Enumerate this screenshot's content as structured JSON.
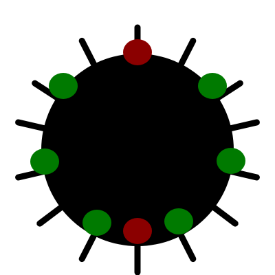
{
  "figure": {
    "background": "#ffffff",
    "body_color": "#000000",
    "spike_color": "#000000",
    "dot_colors": {
      "red": "#8b0000",
      "green": "#007a00"
    },
    "spike_count": 14,
    "dots": [
      {
        "position": "top",
        "color": "red"
      },
      {
        "position": "upper-right",
        "color": "green"
      },
      {
        "position": "right",
        "color": "green"
      },
      {
        "position": "lower-right",
        "color": "green"
      },
      {
        "position": "bottom",
        "color": "red"
      },
      {
        "position": "lower-left",
        "color": "green"
      },
      {
        "position": "left",
        "color": "green"
      },
      {
        "position": "upper-left",
        "color": "green"
      }
    ]
  }
}
